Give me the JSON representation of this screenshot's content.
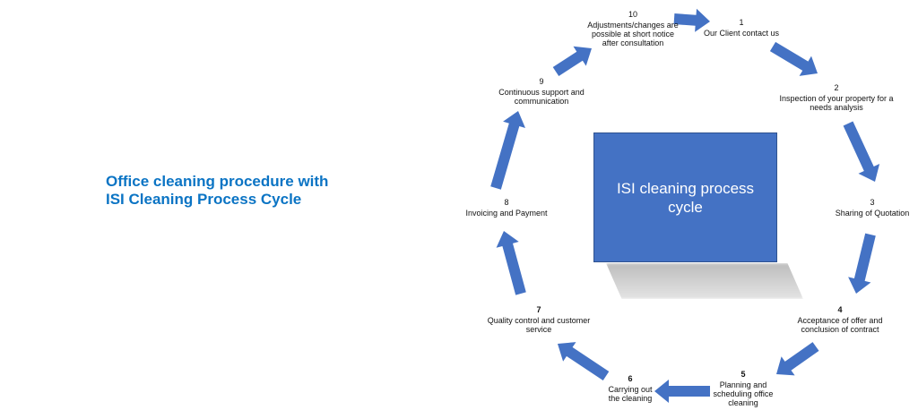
{
  "title": {
    "line1": "Office cleaning procedure with",
    "line2": "ISI Cleaning Process Cycle"
  },
  "center": {
    "line1": "ISI  cleaning process",
    "line2": "cycle"
  },
  "steps": [
    {
      "num": "1",
      "text": "Our Client contact us"
    },
    {
      "num": "2",
      "text": "Inspection of your property for a needs analysis"
    },
    {
      "num": "3",
      "text": "Sharing of Quotation"
    },
    {
      "num": "4",
      "text": "Acceptance of offer and conclusion of contract"
    },
    {
      "num": "5",
      "text": "Planning and scheduling office cleaning"
    },
    {
      "num": "6",
      "text": "Carrying out the cleaning"
    },
    {
      "num": "7",
      "text": "Quality control and customer service"
    },
    {
      "num": "8",
      "text": "Invoicing and Payment"
    },
    {
      "num": "9",
      "text": "Continuous support and communication"
    },
    {
      "num": "10",
      "text": "Adjustments/changes are possible at short notice after consultation"
    }
  ],
  "colors": {
    "accent": "#4472c4",
    "title": "#0b74c4"
  }
}
